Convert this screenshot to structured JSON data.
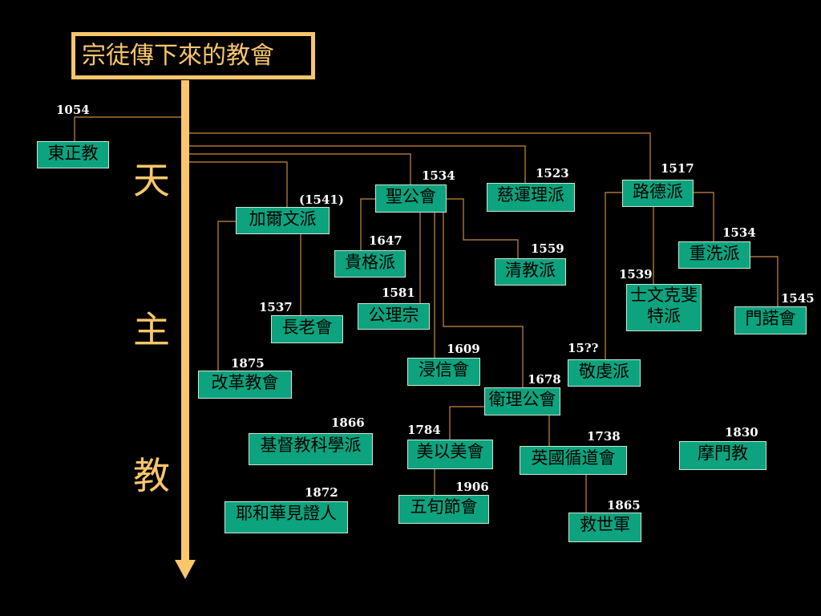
{
  "title": "宗徒傳下來的教會",
  "main_label": [
    "天",
    "主",
    "教"
  ],
  "colors": {
    "accent": "#f9c66b",
    "box": "#0ca37e",
    "line": "#c98a44",
    "background": "#000000"
  },
  "churches": {
    "eastern_orthodox": "東正教",
    "anglican": "聖公會",
    "lutheran": "路德派",
    "zwingli": "慈運理派",
    "calvinist": "加爾文派",
    "quaker": "貴格派",
    "puritan": "清教派",
    "anabaptist": "重洗派",
    "schwenkfeld": "士文克斐特派",
    "mennonite": "門諾會",
    "congregational": "公理宗",
    "presbyterian": "長老會",
    "baptist": "浸信會",
    "pietist": "敬虔派",
    "reformed": "改革教會",
    "methodist": "衛理公會",
    "christian_science": "基督教科學派",
    "methodist_episcopal": "美以美會",
    "wesleyan_methodist": "英國循道會",
    "mormon": "摩門教",
    "jehovah_witness": "耶和華見證人",
    "pentecostal": "五旬節會",
    "salvation_army": "救世軍"
  },
  "years": {
    "eastern_orthodox": "1054",
    "anglican": "1534",
    "lutheran": "1517",
    "zwingli": "1523",
    "calvinist": "(1541)",
    "quaker": "1647",
    "puritan": "1559",
    "anabaptist": "1534",
    "schwenkfeld": "1539",
    "mennonite": "1545",
    "congregational": "1581",
    "presbyterian": "1537",
    "baptist": "1609",
    "pietist": "15??",
    "reformed": "1875",
    "methodist": "1678",
    "christian_science": "1866",
    "methodist_episcopal": "1784",
    "wesleyan_methodist": "1738",
    "mormon": "1830",
    "jehovah_witness": "1872",
    "pentecostal": "1906",
    "salvation_army": "1865"
  }
}
